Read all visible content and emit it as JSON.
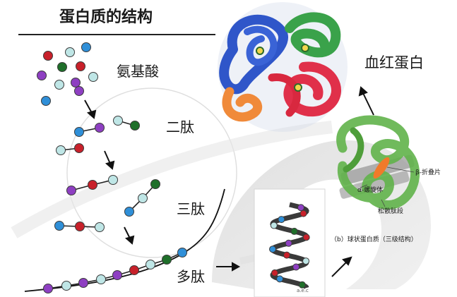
{
  "title": "蛋白质的结构",
  "labels": {
    "amino_acid": "氨基酸",
    "dipeptide": "二肽",
    "tripeptide": "三肽",
    "polypeptide": "多肽",
    "hemoglobin": "血红蛋白",
    "beta_sheet": "β-折叠片",
    "alpha_helix": "α-螺旋体",
    "loose_segment": "松散肽段",
    "caption": "（b）球状蛋白质（三级结构）",
    "helix_tag": "a.e.c"
  },
  "colors": {
    "red": "#c8202a",
    "green": "#1f6f2a",
    "blue": "#2f8fd8",
    "purple": "#8e3fc2",
    "cyan": "#bfe6e6",
    "bead_outline": "#3b3b3b",
    "title_green": "#1f6a2a",
    "hb_blue": "#2f56c9",
    "hb_green": "#3aa24a",
    "hb_red": "#e0304a",
    "hb_orange": "#f08a3a",
    "tertiary_green": "#61b34a",
    "tertiary_orange": "#f07a2a",
    "tertiary_gray": "#9a9a9a"
  }
}
